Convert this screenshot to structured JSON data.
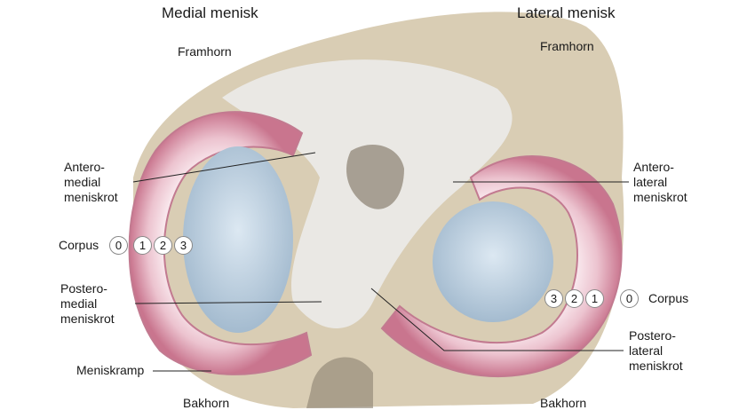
{
  "titles": {
    "medial": "Medial menisk",
    "lateral": "Lateral menisk"
  },
  "labels": {
    "framhorn_medial": "Framhorn",
    "framhorn_lateral": "Framhorn",
    "antero_medial": [
      "Antero-",
      "medial",
      "meniskrot"
    ],
    "antero_lateral": [
      "Antero-",
      "lateral",
      "meniskrot"
    ],
    "postero_medial": [
      "Postero-",
      "medial",
      "meniskrot"
    ],
    "postero_lateral": [
      "Postero-",
      "lateral",
      "meniskrot"
    ],
    "meniskramp": "Meniskramp",
    "bakhorn_medial": "Bakhorn",
    "bakhorn_lateral": "Bakhorn",
    "corpus_medial": "Corpus",
    "corpus_lateral": "Corpus"
  },
  "zones_medial": [
    "0",
    "1",
    "2",
    "3"
  ],
  "zones_lateral": [
    "3",
    "2",
    "1",
    "0"
  ],
  "colors": {
    "bone": "#d9cdb4",
    "meniscus": "#d58aa0",
    "cartilage": "#b9cfe0",
    "ligament": "#eeeeee"
  }
}
